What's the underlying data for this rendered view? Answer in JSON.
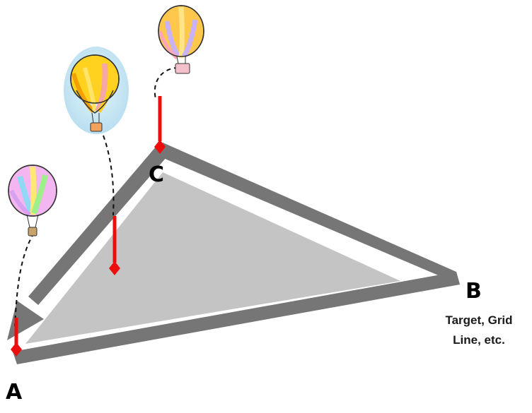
{
  "labels": {
    "a": "A",
    "b": "B",
    "c": "C",
    "b_note_line1": "Target, Grid",
    "b_note_line2": "Line, etc."
  },
  "colors": {
    "outline": "#767676",
    "fill": "#c4c4c4",
    "marker": "#ee0d0d",
    "dash": "#111111"
  },
  "icons": {
    "balloon_a": "hot-air-balloon-icon",
    "balloon_mid": "hot-air-balloon-icon",
    "balloon_c": "hot-air-balloon-icon"
  }
}
